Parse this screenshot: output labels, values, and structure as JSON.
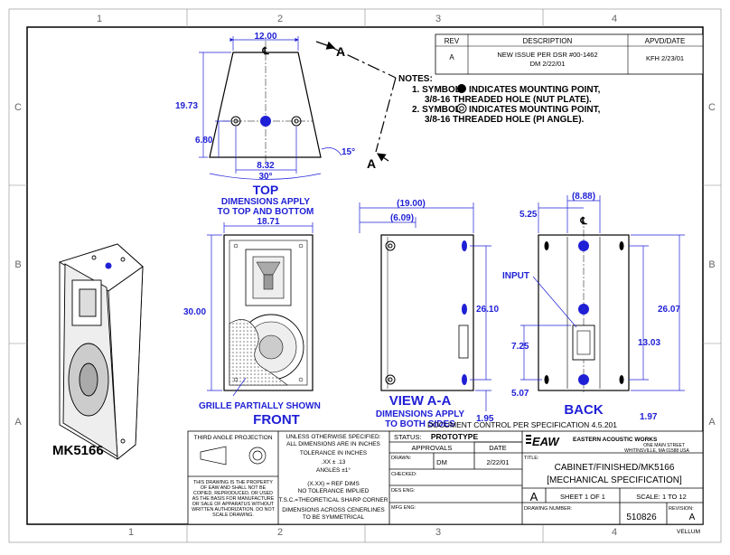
{
  "zones": {
    "cols": [
      "1",
      "2",
      "3",
      "4"
    ],
    "rows": [
      "C",
      "B",
      "A"
    ]
  },
  "revision_table": {
    "headers": [
      "REV",
      "DESCRIPTION",
      "APVD/DATE"
    ],
    "row": {
      "rev": "A",
      "desc_line1": "NEW ISSUE PER DSR #00-1462",
      "desc_line2": "DM 2/22/01",
      "apvd": "KFH 2/23/01"
    }
  },
  "notes": {
    "title": "NOTES:",
    "note1_line1": "1. SYMBOL",
    "note1_line1b": "INDICATES MOUNTING POINT,",
    "note1_line2": "3/8-16 THREADED HOLE (NUT PLATE).",
    "note2_line1": "2. SYMBOL",
    "note2_line1b": "INDICATES MOUNTING POINT,",
    "note2_line2": "3/8-16 THREADED HOLE (PI ANGLE)."
  },
  "top_view": {
    "title": "TOP",
    "subtitle1": "DIMENSIONS APPLY",
    "subtitle2": "TO TOP AND BOTTOM",
    "dim_top_width": "12.00",
    "dim_depth": "19.73",
    "dim_hole_depth": "6.80",
    "dim_rear_width": "8.32",
    "dim_angle_30": "30°",
    "dim_angle_15": "15°",
    "section_mark": "A",
    "centerline": "℄"
  },
  "front_view": {
    "title": "FRONT",
    "dim_width": "18.71",
    "dim_height": "30.00",
    "grille_note": "GRILLE PARTIALLY SHOWN"
  },
  "side_view": {
    "title": "VIEW A-A",
    "subtitle1": "DIMENSIONS APPLY",
    "subtitle2": "TO BOTH SIDES",
    "dim_depth": "(19.00)",
    "dim_offset": "(6.09)",
    "dim_height": "26.10",
    "dim_bottom": "1.95"
  },
  "back_view": {
    "title": "BACK",
    "input_label": "INPUT",
    "dim_width": "(8.88)",
    "dim_left": "5.25",
    "dim_height": "26.07",
    "dim_mid": "13.03",
    "dim_input": "7.25",
    "dim_bottom_left": "5.07",
    "dim_bottom_right": "1.97",
    "centerline": "℄"
  },
  "doc_control": "DOCUMENT CONTROL PER SPECIFICATION 4.5.201",
  "model_label": "MK5166",
  "title_block": {
    "projection": "THIRD ANGLE PROJECTION",
    "property_note": [
      "THIS DRAWING IS THE PROPERTY",
      "OF EAW AND SHALL NOT BE",
      "COPIED, REPRODUCED, OR USED",
      "AS THE BASIS FOR MANUFACTURE",
      "OR SALE OF APPARATUS WITHOUT",
      "WRITTEN AUTHORIZATION. DO NOT",
      "SCALE DRAWING."
    ],
    "tolerance_lines": [
      "UNLESS OTHERWISE SPECIFIED:",
      "ALL DIMENSIONS ARE IN INCHES"
    ],
    "tolerance_title": "TOLERANCE IN INCHES",
    "tol_xx": ".XX ± .13",
    "tol_angles": "ANGLES ±1°",
    "ref_dims": "(X.XX) = REF DIMS",
    "no_tol": "NO TOLERANCE IMPLIED",
    "tsc": "T.S.C.=THEORETICAL SHARP CORNER",
    "sym1": "DIMENSIONS ACROSS CENERLINES",
    "sym2": "TO BE SYMMETRICAL",
    "status_label": "STATUS:",
    "status_value": "PROTOTYPE",
    "approvals": "APPROVALS",
    "date_label": "DATE",
    "drawn_label": "DRAWN:",
    "drawn_by": "DM",
    "drawn_date": "2/22/01",
    "checked_label": "CHECKED:",
    "des_eng_label": "DES ENG:",
    "mfg_eng_label": "MFG ENG:",
    "company_logo": "EAW",
    "company_name": "EASTERN ACOUSTIC WORKS",
    "address1": "ONE MAIN STREET",
    "address2": "WHITINSVILLE, MA   01588  USA",
    "title_label": "TITLE:",
    "title_line1": "CABINET/FINISHED/MK5166",
    "title_line2": "[MECHANICAL SPECIFICATION]",
    "size": "A",
    "sheet": "SHEET 1 OF 1",
    "scale": "SCALE: 1 TO 12",
    "drawing_number_label": "DRAWING NUMBER:",
    "drawing_number": "510826",
    "revision_label": "REVISION:",
    "revision": "A",
    "vellum": "VELLUM"
  }
}
